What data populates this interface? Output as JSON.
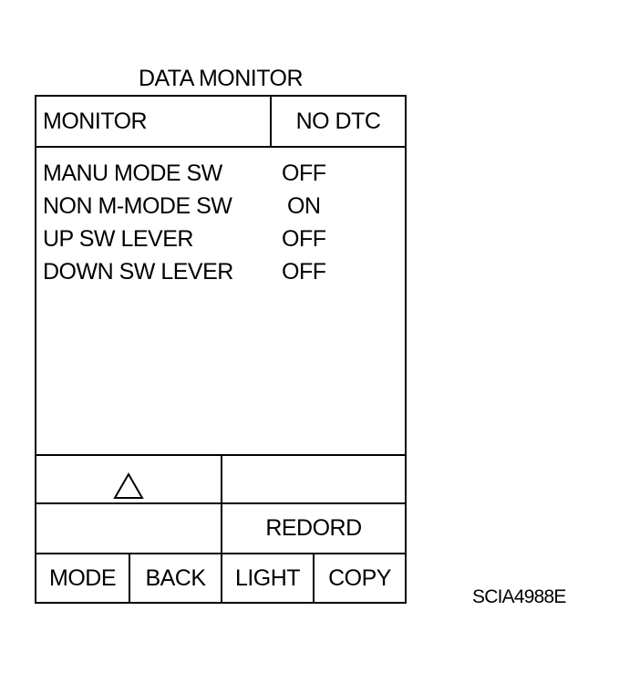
{
  "title": "DATA MONITOR",
  "header": {
    "left_label": "MONITOR",
    "right_label": "NO DTC"
  },
  "items": [
    {
      "label": "MANU MODE SW",
      "value": "OFF"
    },
    {
      "label": "NON M-MODE SW",
      "value": "ON"
    },
    {
      "label": "UP SW LEVER",
      "value": "OFF"
    },
    {
      "label": "DOWN SW LEVER",
      "value": "OFF"
    }
  ],
  "controls": {
    "up_icon": "triangle-up-icon",
    "record_label": "REDORD",
    "mode_label": "MODE",
    "back_label": "BACK",
    "light_label": "LIGHT",
    "copy_label": "COPY"
  },
  "figure_code": "SCIA4988E"
}
